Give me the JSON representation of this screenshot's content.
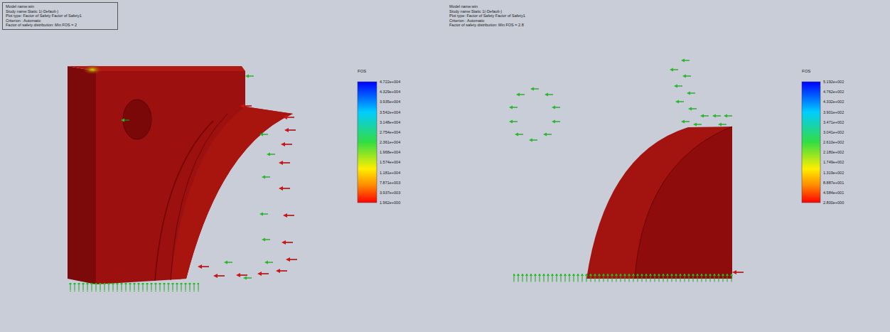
{
  "diagram": {
    "labels": [
      "Model name:win",
      "Study name:Static 1(-Default-)",
      "Plot type: Factor of Safety Factor of Safety1",
      "Criterion : Automatic",
      "Factor of safety distribution: Min FOS = 2",
      "FOS",
      "4.722e+004",
      "4.329e+004",
      "3.935e+004",
      "3.542e+004",
      "3.148e+004",
      "2.754e+004",
      "2.361e+004",
      "1.968e+004",
      "1.574e+004",
      "1.181e+004",
      "7.871e+003",
      "3.937e+003",
      "1.962e+000",
      "Model name:win",
      "Study name:Static 1(-Default-)",
      "Plot type: Factor of Safety Factor of Safety1",
      "Criterion : Automatic",
      "Factor of safety distribution: Min FOS = 2.8",
      "FOS",
      "5.192e+002",
      "4.762e+002",
      "4.332e+002",
      "3.901e+002",
      "3.471e+002",
      "3.041e+002",
      "2.610e+002",
      "2.180e+002",
      "1.749e+002",
      "1.319e+002",
      "8.887e+001",
      "4.584e+001",
      "2.800e+000"
    ]
  }
}
